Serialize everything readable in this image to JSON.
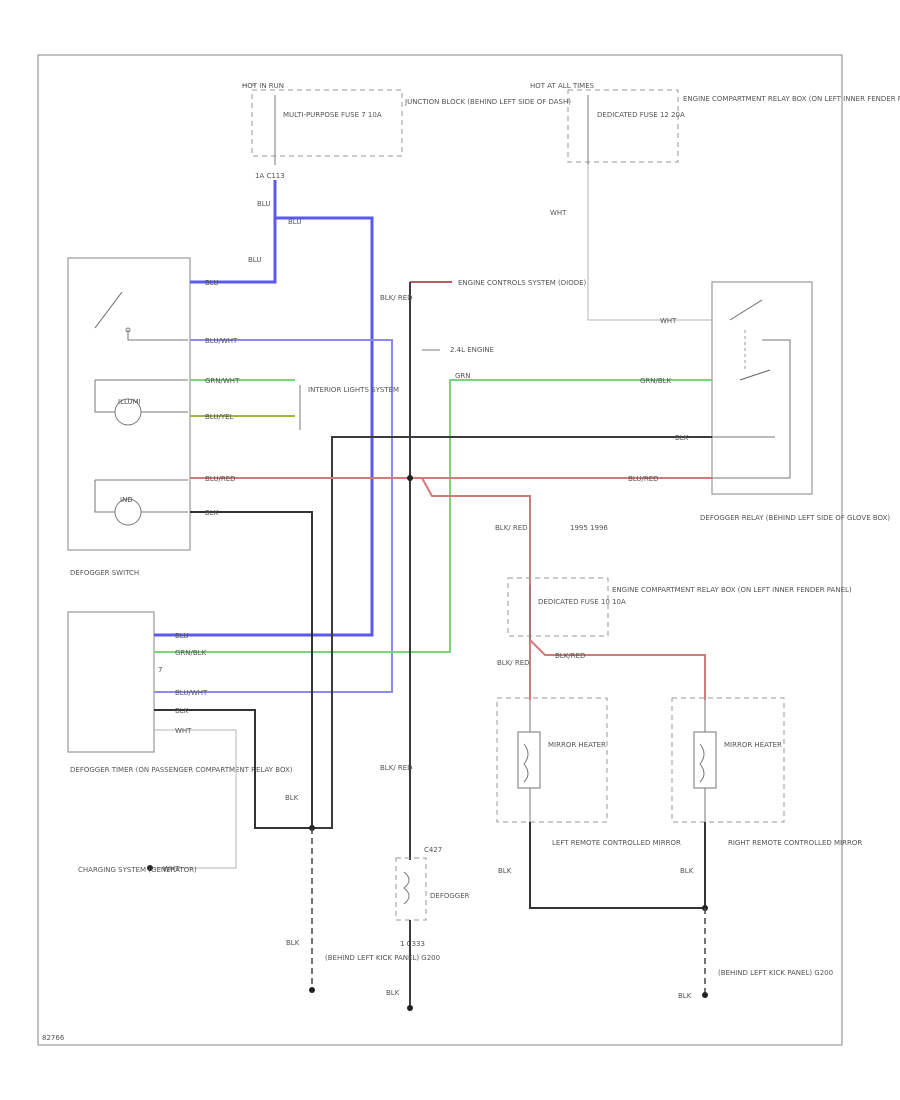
{
  "fuse_hot_run": {
    "header": "HOT IN RUN",
    "label": "MULTI-PURPOSE FUSE 7 10A",
    "location": "JUNCTION BLOCK (BEHIND LEFT SIDE OF DASH)",
    "connector": "1A  C113"
  },
  "fuse_hot_all_times": {
    "header": "HOT AT ALL TIMES",
    "label": "DEDICATED FUSE 12 20A",
    "location": "ENGINE COMPARTMENT RELAY BOX (ON LEFT INNER FENDER PANEL)"
  },
  "defogger_switch": {
    "label": "DEFOGGER SWITCH",
    "lamp1": "ILLUMI",
    "lamp2": "IND"
  },
  "defogger_timer": {
    "label": "DEFOGGER TIMER (ON PASSENGER COMPARTMENT RELAY BOX)",
    "terminal": "7"
  },
  "defogger_relay": {
    "label": "DEFOGGER RELAY (BEHIND LEFT SIDE OF GLOVE BOX)"
  },
  "engine_controls": {
    "label": "ENGINE CONTROLS SYSTEM (DIODE)",
    "note": "2.4L ENGINE"
  },
  "interior_lights": {
    "label": "INTERIOR LIGHTS SYSTEM"
  },
  "fuse_mirror": {
    "label": "DEDICATED FUSE 10 10A",
    "location": "ENGINE COMPARTMENT RELAY BOX (ON LEFT INNER FENDER PANEL)",
    "note": "1995 1996"
  },
  "left_mirror": {
    "heater": "MIRROR HEATER",
    "label": "LEFT REMOTE CONTROLLED MIRROR"
  },
  "right_mirror": {
    "heater": "MIRROR HEATER",
    "label": "RIGHT REMOTE CONTROLLED MIRROR"
  },
  "defogger": {
    "label": "DEFOGGER",
    "connector_top": "C427",
    "connector_bottom": "1  C333"
  },
  "charging": {
    "label": "CHARGING SYSTEM (GENERATOR)"
  },
  "grounds": {
    "left": "(BEHIND LEFT KICK PANEL) G200",
    "right": "(BEHIND LEFT KICK PANEL) G200"
  },
  "wires": {
    "blu": "BLU",
    "blu_wht": "BLU/WHT",
    "grn_wht": "GRN/WHT",
    "grn_blk": "GRN/BLK",
    "blu_yel": "BLU/YEL",
    "blu_red": "BLU/RED",
    "blk": "BLK",
    "wht": "WHT",
    "blk_red": "BLK/ RED",
    "grn": "GRN",
    "blk_red_single": "BLK/RED"
  },
  "footer_code": "82766",
  "colors": {
    "blue": "#5a5af0",
    "green": "#7ad47a",
    "red": "#d07a7a",
    "black": "#3c3c3c"
  }
}
